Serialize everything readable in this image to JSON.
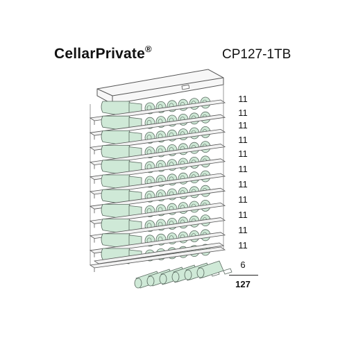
{
  "brand": {
    "name": "CellarPrivate",
    "mark": "®"
  },
  "model": "CP127-1TB",
  "shelf_counts": [
    "11",
    "11",
    "11",
    "11",
    "11",
    "11",
    "11",
    "11",
    "11",
    "11",
    "11"
  ],
  "bottom_count": "6",
  "total": "127",
  "colors": {
    "bottle": "#cfe9d7",
    "bottle_stroke": "#5a6a60",
    "shelf": "#f2f2f2",
    "outline": "#555555"
  },
  "icons": [
    "wine-bottle-icon"
  ]
}
